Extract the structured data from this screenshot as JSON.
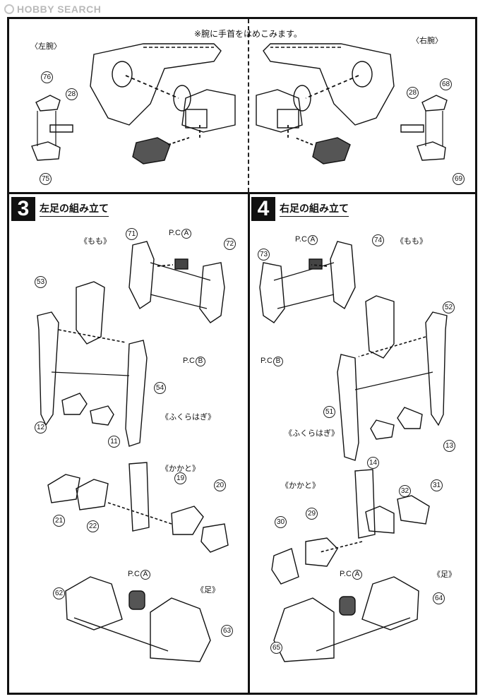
{
  "watermark": {
    "text": "HOBBY SEARCH"
  },
  "top": {
    "note": "※腕に手首をはめこみます。",
    "left_label": "〈左腕〉",
    "right_label": "〈右腕〉",
    "left_parts": [
      "76",
      "28",
      "75"
    ],
    "right_parts": [
      "68",
      "28",
      "69"
    ]
  },
  "step3": {
    "number": "3",
    "title": "左足の組み立て",
    "labels": {
      "momo": "《もも》",
      "fukurahagi": "《ふくらはぎ》",
      "kakato": "《かかと》",
      "ashi": "《足》"
    },
    "pc_a": "P.C",
    "pc_a_letter": "A",
    "pc_b": "P.C",
    "pc_b_letter": "B",
    "pc_a2": "P.C",
    "pc_a2_letter": "A",
    "parts": [
      "71",
      "72",
      "53",
      "54",
      "12",
      "11",
      "21",
      "22",
      "19",
      "20",
      "62",
      "63"
    ]
  },
  "step4": {
    "number": "4",
    "title": "右足の組み立て",
    "labels": {
      "momo": "《もも》",
      "fukurahagi": "《ふくらはぎ》",
      "kakato": "《かかと》",
      "ashi": "《足》"
    },
    "pc_a": "P.C",
    "pc_a_letter": "A",
    "pc_b": "P.C",
    "pc_b_letter": "B",
    "pc_a2": "P.C",
    "pc_a2_letter": "A",
    "parts": [
      "74",
      "73",
      "52",
      "51",
      "14",
      "13",
      "30",
      "29",
      "32",
      "31",
      "65",
      "64"
    ]
  }
}
